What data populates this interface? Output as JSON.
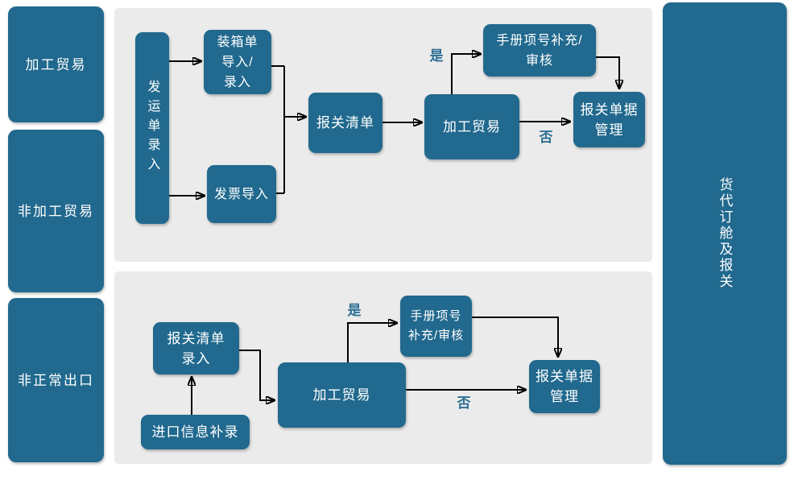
{
  "colors": {
    "node_fill": "#21698e",
    "panel_background": "#ebebeb",
    "node_text": "#ffffff",
    "decision_label_text": "#2e6f94",
    "arrow": "#000000",
    "page_background": "#ffffff"
  },
  "lanes": {
    "left": [
      {
        "label": "加工贸易"
      },
      {
        "label": "非加工贸易"
      },
      {
        "label": "非正常出口"
      }
    ],
    "right": {
      "label": "货代订舱及报关"
    }
  },
  "top_flow": {
    "shipping_note_entry": "发运单录入",
    "packing_list_import": "装箱单\n导入/\n录入",
    "invoice_import": "发票导入",
    "customs_declaration_list": "报关清单",
    "processing_trade_decision": "加工贸易",
    "manual_item_supplement_review": "手册项号补充/\n审核",
    "customs_document_management": "报关单据\n管理",
    "yes_label": "是",
    "no_label": "否"
  },
  "bottom_flow": {
    "customs_list_entry": "报关清单\n录入",
    "import_info_supplement": "进口信息补录",
    "processing_trade_decision": "加工贸易",
    "manual_item_supplement_review": "手册项号\n补充/审核",
    "customs_document_management": "报关单据\n管理",
    "yes_label": "是",
    "no_label": "否"
  }
}
